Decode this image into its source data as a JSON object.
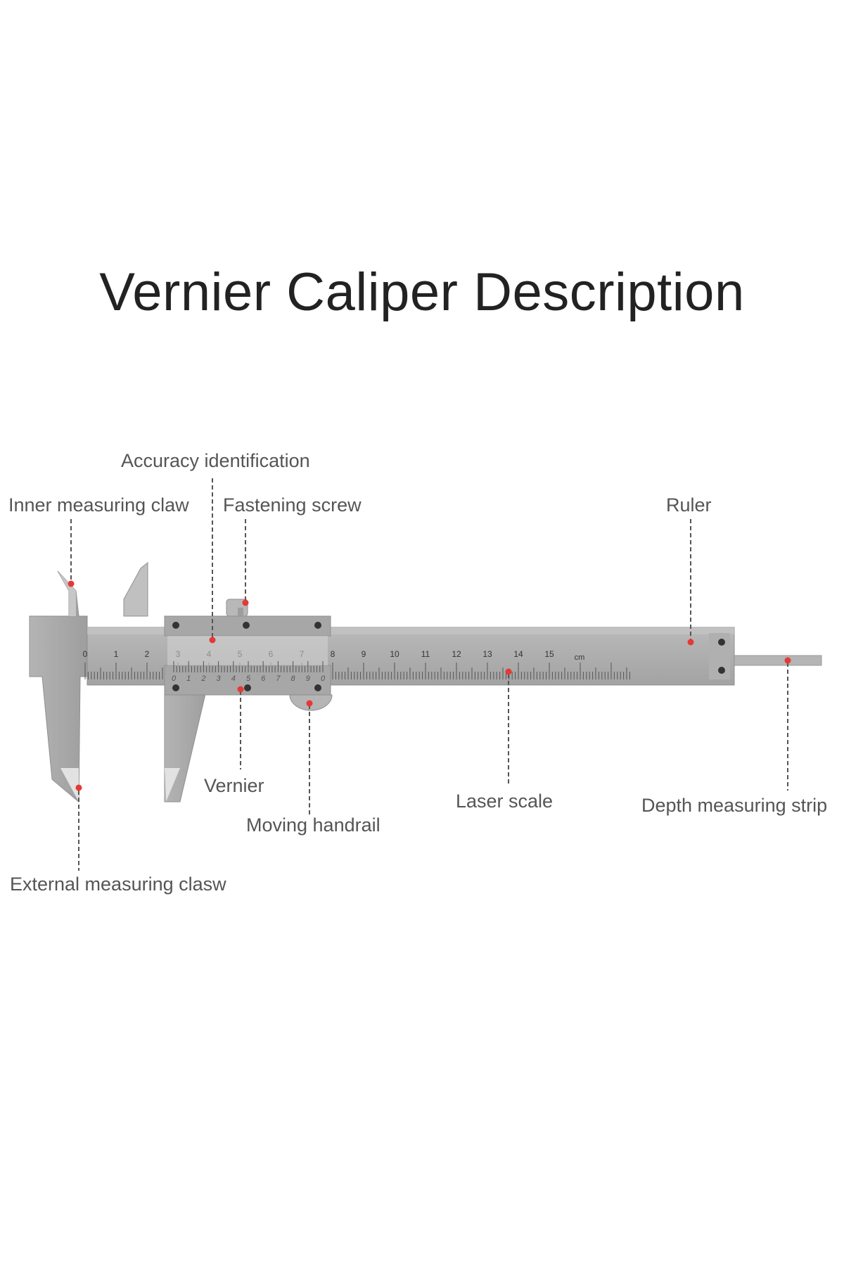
{
  "title": "Vernier Caliper Description",
  "colors": {
    "marker": "#e53935",
    "steel": "#a9a9a9",
    "steel_light": "#c6c6c6",
    "ink": "#555555"
  },
  "labels": {
    "accuracy_identification": "Accuracy identification",
    "inner_measuring_claw": "Inner measuring claw",
    "fastening_screw": "Fastening screw",
    "ruler": "Ruler",
    "vernier": "Vernier",
    "moving_handrail": "Moving handrail",
    "laser_scale": "Laser scale",
    "depth_measuring_strip": "Depth measuring strip",
    "external_measuring_clasw": "External measuring clasw"
  },
  "main_scale": {
    "numbers": [
      "0",
      "1",
      "2",
      "3",
      "4",
      "5",
      "6",
      "7",
      "8",
      "9",
      "10",
      "11",
      "12",
      "13",
      "14",
      "15"
    ],
    "unit": "cm"
  },
  "vernier_scale": {
    "numbers": [
      "0",
      "1",
      "2",
      "3",
      "4",
      "5",
      "6",
      "7",
      "8",
      "9",
      "0"
    ]
  }
}
